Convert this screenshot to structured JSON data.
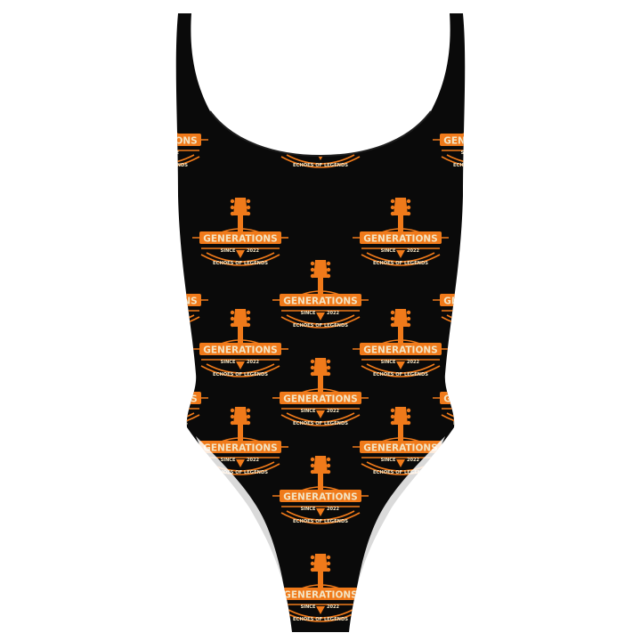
{
  "product": {
    "name_label": "swimsuit",
    "background_color": "#ffffff",
    "fabric_color": "#0a0a0a",
    "lining_color": "#f4f4f4",
    "print": {
      "accent_color": "#f07a1a",
      "cream_color": "#f3e4c4",
      "word": "GENERATIONS",
      "tagline": "ECHOES OF LEGENDS",
      "since_label": "SINCE",
      "year_label": "2022"
    }
  }
}
